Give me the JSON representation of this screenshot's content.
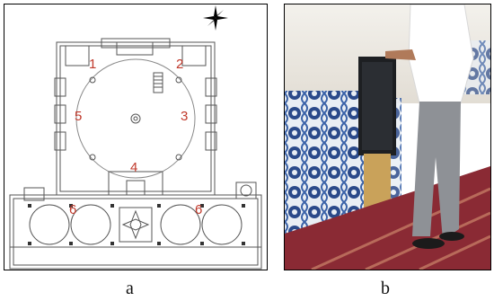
{
  "figure": {
    "panel_a": {
      "label": "a",
      "plan_numbers": [
        "1",
        "2",
        "3",
        "4",
        "5",
        "6",
        "6"
      ]
    },
    "panel_b": {
      "label": "b"
    }
  },
  "colors": {
    "plan_lines": "#555555",
    "numbers": "#c0392b",
    "wall_tile_blue": "#2b4a8a",
    "carpet": "#8a2a34"
  },
  "icons": {
    "north_arrow": "compass-star-icon"
  }
}
